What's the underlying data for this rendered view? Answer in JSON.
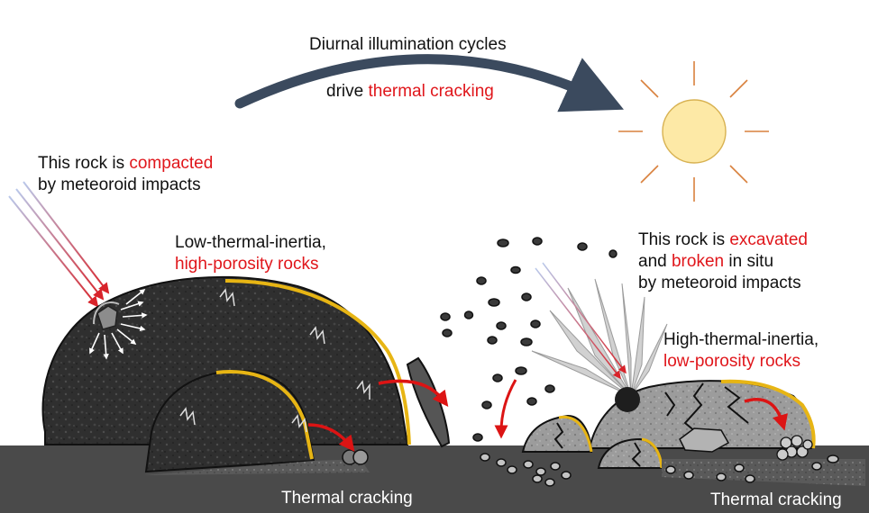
{
  "cycle_text": {
    "line1": "Diurnal illumination cycles",
    "line2_prefix": "drive ",
    "line2_highlight": "thermal cracking"
  },
  "left_rock": {
    "line1_prefix": "This rock is ",
    "line1_highlight": "compacted",
    "line2": "by meteoroid impacts",
    "type_line1": "Low-thermal-inertia,",
    "type_line2": "high-porosity rocks",
    "cracking_label": "Thermal cracking"
  },
  "right_rock": {
    "line1_prefix": "This rock is ",
    "line1_highlight": "excavated",
    "line2_prefix": "and ",
    "line2_highlight": "broken",
    "line2_suffix": " in situ",
    "line3": "by meteoroid impacts",
    "type_line1": "High-thermal-inertia,",
    "type_line2": "low-porosity rocks",
    "cracking_label": "Thermal cracking"
  },
  "colors": {
    "highlight": "#e0161b",
    "arc_arrow": "#3b4a5e",
    "sun_fill": "#fde9a6",
    "sun_rays": "#d9803d",
    "ground": "#4a4a4a",
    "sunlit_edge": "#e7b514",
    "dark_rock": "#2e2e2e",
    "light_rock": "#9a9a9a",
    "cracking_arrow": "#dc1414"
  },
  "icons": [
    "sun-icon",
    "meteoroid-icon",
    "cracking-arrow-icon",
    "impact-ray-icon"
  ]
}
